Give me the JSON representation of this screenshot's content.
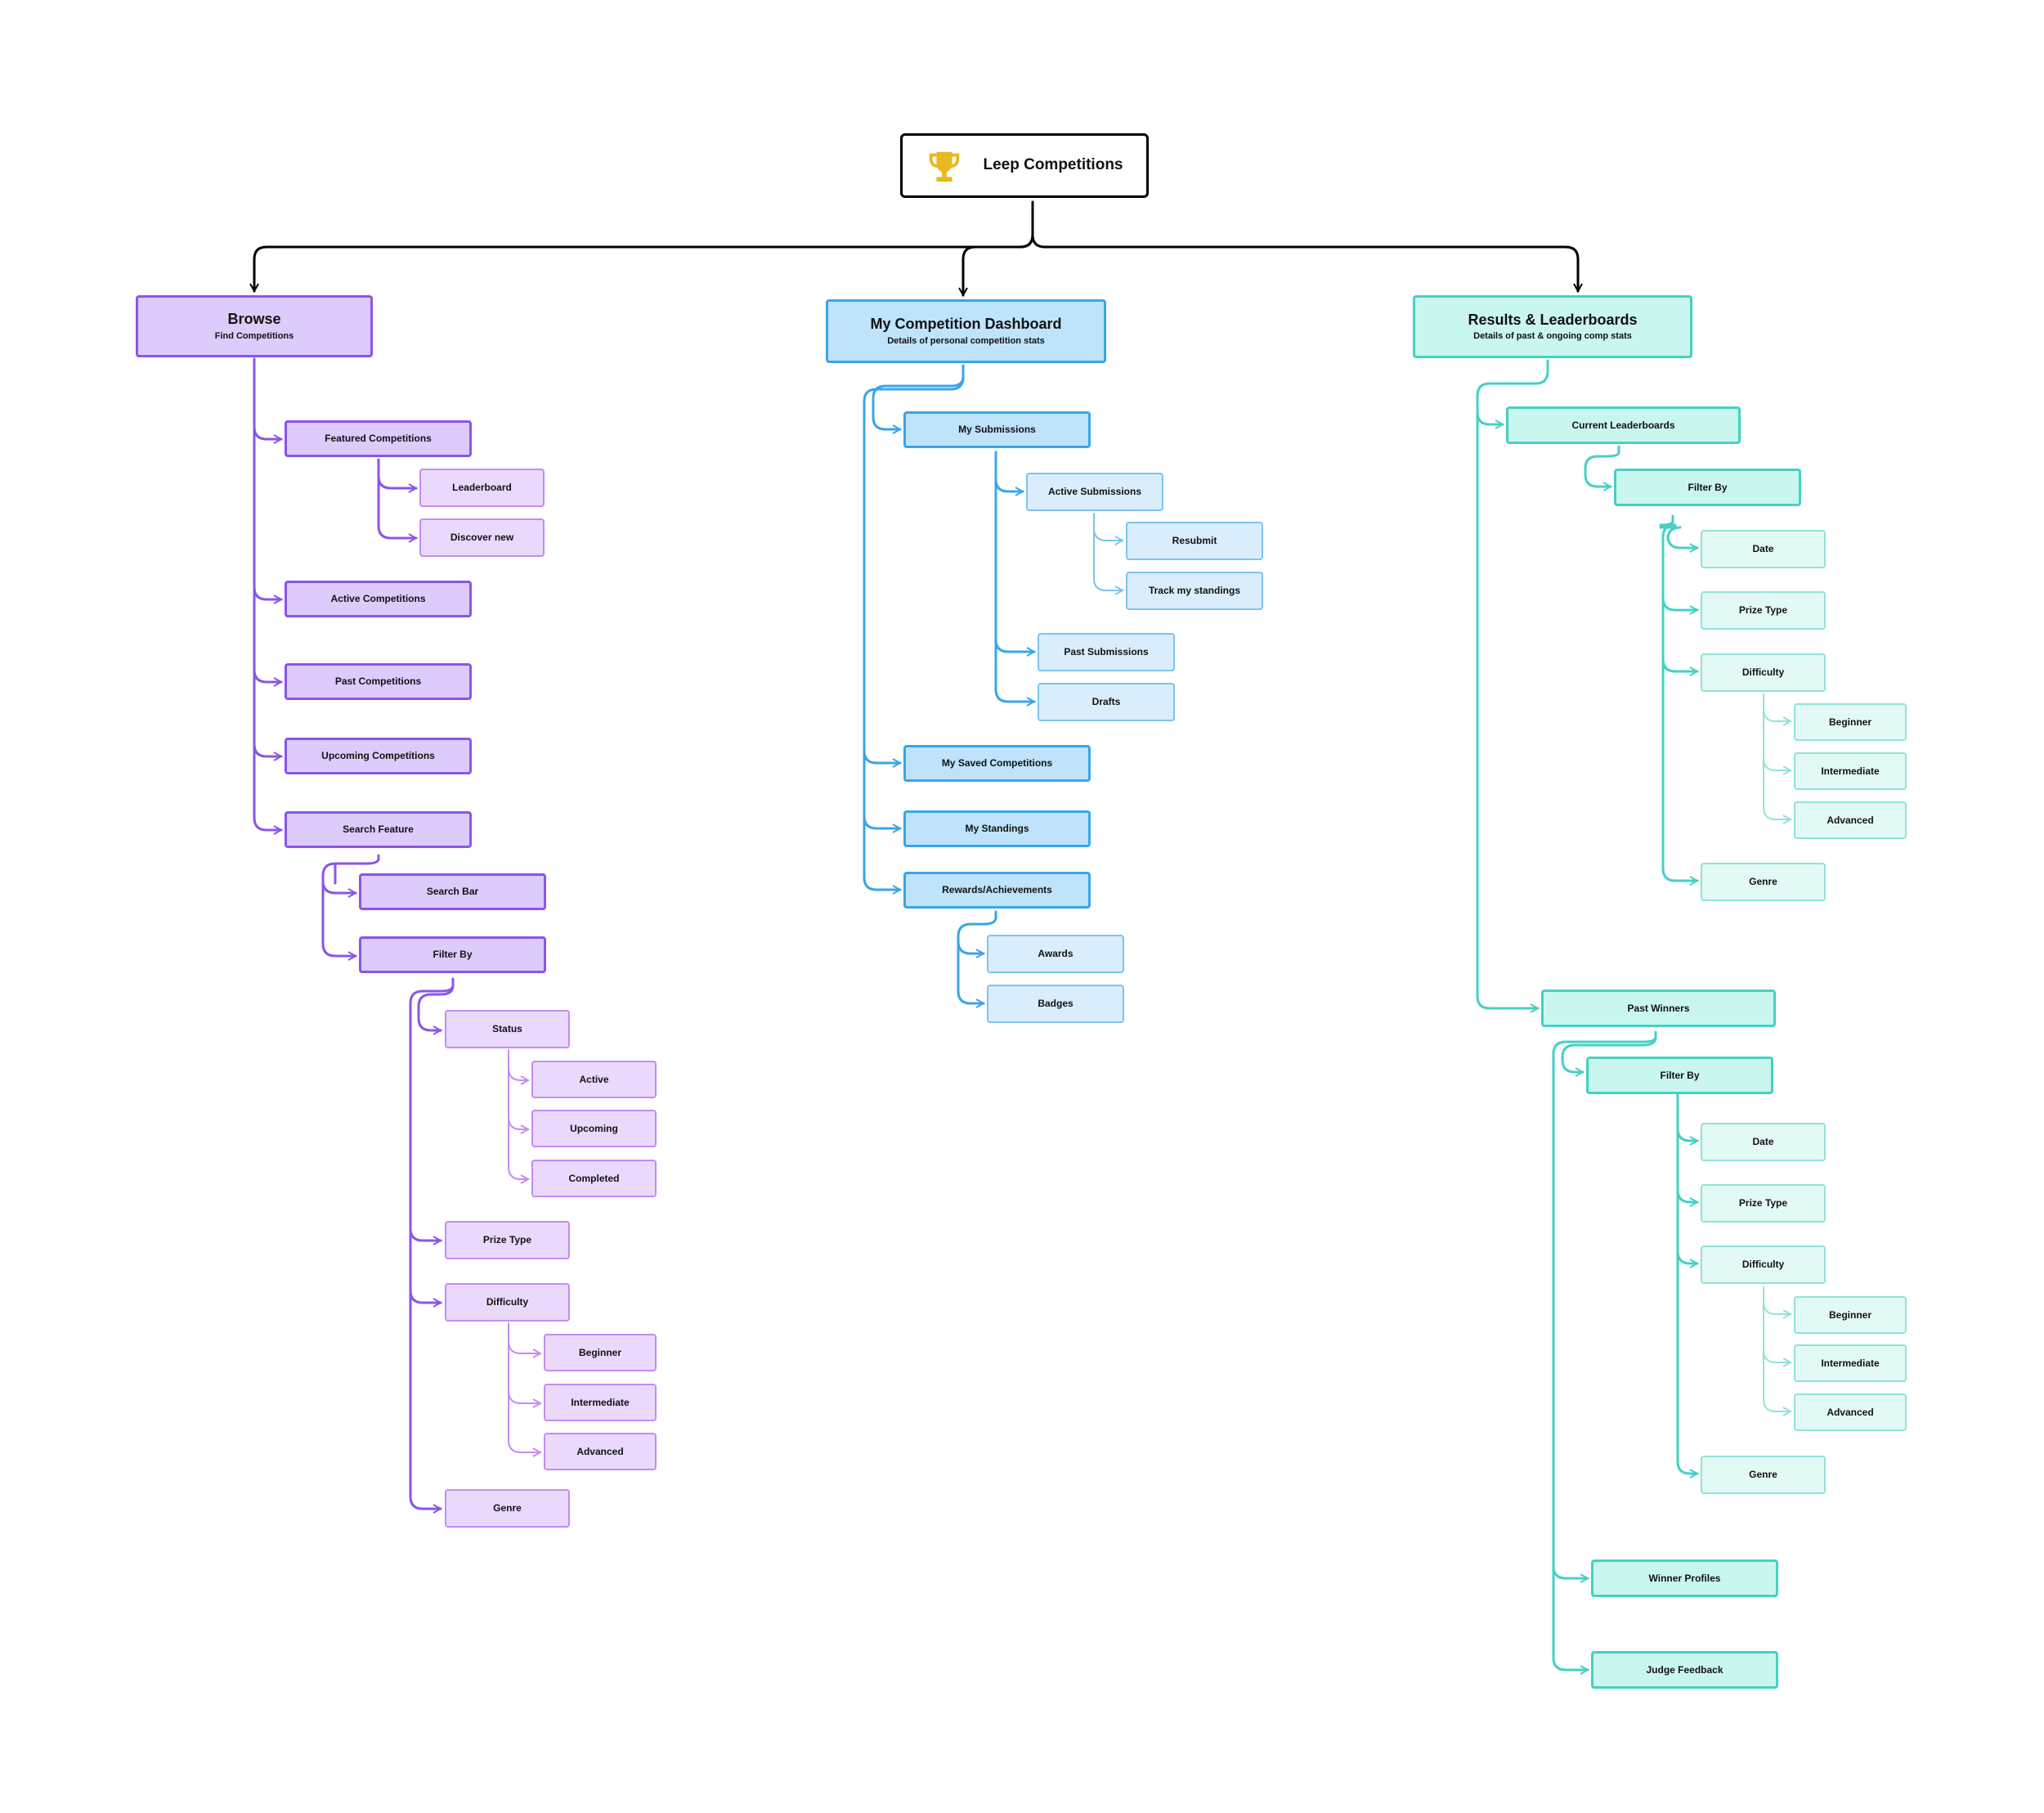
{
  "root": {
    "title": "Leep Competitions",
    "icon": "trophy-icon"
  },
  "colors": {
    "purple": {
      "strong": "#8b55e8",
      "light": "#c48cf2"
    },
    "blue": {
      "strong": "#3ba5e6",
      "light": "#7cc4ef"
    },
    "teal": {
      "strong": "#45d1c3",
      "light": "#8fe3d8"
    },
    "root_line": "#000000",
    "trophy": "#e8b820"
  },
  "browse": {
    "title": "Browse",
    "subtitle": "Find Competitions",
    "featured": "Featured Competitions",
    "leaderboard": "Leaderboard",
    "discover": "Discover new",
    "active": "Active Competitions",
    "past": "Past Competitions",
    "upcoming": "Upcoming Competitions",
    "search": "Search Feature",
    "search_bar": "Search Bar",
    "filter": "Filter By",
    "status": "Status",
    "status_active": "Active",
    "status_upcoming": "Upcoming",
    "status_completed": "Completed",
    "prize": "Prize Type",
    "difficulty": "Difficulty",
    "beginner": "Beginner",
    "intermediate": "Intermediate",
    "advanced": "Advanced",
    "genre": "Genre"
  },
  "dashboard": {
    "title": "My Competition Dashboard",
    "subtitle": "Details of personal competition stats",
    "submissions": "My Submissions",
    "active_submissions": "Active Submissions",
    "resubmit": "Resubmit",
    "track": "Track my standings",
    "past_submissions": "Past Submissions",
    "drafts": "Drafts",
    "saved": "My Saved Competitions",
    "standings": "My Standings",
    "rewards": "Rewards/Achievements",
    "awards": "Awards",
    "badges": "Badges"
  },
  "results": {
    "title": "Results & Leaderboards",
    "subtitle": "Details of past & ongoing comp stats",
    "current": "Current Leaderboards",
    "filter": "Filter By",
    "date": "Date",
    "prize": "Prize Type",
    "difficulty": "Difficulty",
    "beginner": "Beginner",
    "intermediate": "Intermediate",
    "advanced": "Advanced",
    "genre": "Genre",
    "past_winners": "Past Winners",
    "pw_filter": "Filter By",
    "pw_date": "Date",
    "pw_prize": "Prize Type",
    "pw_difficulty": "Difficulty",
    "pw_beginner": "Beginner",
    "pw_intermediate": "Intermediate",
    "pw_advanced": "Advanced",
    "pw_genre": "Genre",
    "winner_profiles": "Winner Profiles",
    "judge_feedback": "Judge Feedback"
  }
}
